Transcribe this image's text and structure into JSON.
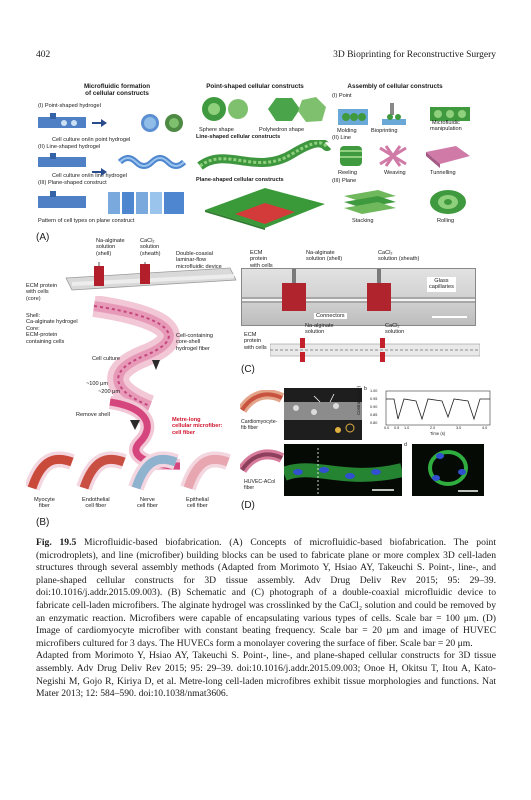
{
  "header": {
    "page_number": "402",
    "running_title": "3D Bioprinting for Reconstructive Surgery"
  },
  "panel_a": {
    "label": "(A)",
    "col1_title": "Microfluidic formation\nof cellular constructs",
    "col2_title": "Point-shaped cellular constructs",
    "col3_title": "Assembly of cellular constructs",
    "point_hydrogel": "(I) Point-shaped hydrogel",
    "cell_culture_point": "Cell culture on/in point hydrogel",
    "line_hydrogel": "(II) Line-shaped hydrogel",
    "cell_culture_line": "Cell culture on/in line hydrogel",
    "plane_construct": "(III) Plane-shaped construct",
    "pattern_label": "Pattern of cell types on plane construct",
    "sphere_shape": "Sphere shape",
    "polyhedron_shape": "Polyhedron shape",
    "line_constructs": "Line-shaped cellular constructs",
    "plane_constructs": "Plane-shaped cellular constructs",
    "assembly_point": "(I) Point",
    "molding": "Molding",
    "bioprinting": "Bioprinting",
    "microfluidic_manipulation": "Microfluidic\nmanipulation",
    "assembly_line": "(II) Line",
    "reeling": "Reeling",
    "weaving": "Weaving",
    "tunnelling": "Tunnelling",
    "assembly_plane": "(III) Plane",
    "stacking": "Stacking",
    "rolling": "Rolling"
  },
  "panel_b": {
    "label": "(B)",
    "na_alginate": "Na-alginate\nsolution\n(shell)",
    "cacl2": "CaCl₂\nsolution\n(sheath)",
    "device": "Double-coaxial\nlaminar-flow\nmicrofluidic device",
    "ecm_core": "ECM protein\nwith cells\n(core)",
    "shell_desc": "Shell:\nCa-alginate hydrogel\nCore:\nECM-protein\ncontaining cells",
    "cell_culture": "Cell culture",
    "fiber_desc": "Cell-containing\ncore-shell\nhydrogel fiber",
    "dim_100": "~100 μm",
    "dim_200": "~200 μm",
    "remove_shell": "Remove shell",
    "metre_long": "Metre-long\ncellular microfiber:\ncell fiber",
    "fiber_types": [
      "Myocyte\nfiber",
      "Endothelial\ncell fiber",
      "Nerve\ncell fiber",
      "Epithelial\ncell fiber"
    ],
    "fiber_colors": [
      "#c94a3a",
      "#c84f42",
      "#8fb3cf",
      "#e8a7b0"
    ]
  },
  "panel_c": {
    "label": "(C)",
    "ecm": "ECM\nprotein\nwith cells\n(core)",
    "na_alginate": "Na-alginate\nsolution (shell)",
    "cacl2": "CaCl₂\nsolution (sheath)",
    "glass": "Glass\ncapillaries",
    "connectors": "Connectors",
    "ecm2": "ECM\nprotein\nwith cells",
    "na_alginate2": "Na-alginate\nsolution",
    "cacl2_2": "CaCl₂\nsolution"
  },
  "panel_d": {
    "label": "(D)",
    "cardio_label": "Cardiomyocyte-\nfib fiber",
    "huvec_label": "HUVEC-ACol\nfiber",
    "sub_b": "b",
    "sub_d": "d",
    "yaxis": "Contraction (–)",
    "xaxis": "Time (s)",
    "yticks": [
      "1.00",
      "0.95",
      "0.90",
      "0.85",
      "0.80"
    ],
    "xticks": [
      "0.0",
      "0.5",
      "1.0",
      "2.0",
      "3.0",
      "4.0"
    ]
  },
  "caption": {
    "fig_label": "Fig. 19.5",
    "text": "Microfluidic-based biofabrication. (A) Concepts of microfluidic-based biofabrication. The point (microdroplets), and line (microfiber) building blocks can be used to fabricate plane or more complex 3D cell-laden structures through several assembly methods (Adapted from Morimoto Y, Hsiao AY, Takeuchi S. Point-, line-, and plane-shaped cellular constructs for 3D tissue assembly. Adv Drug Deliv Rev 2015; 95: 29–39. doi:10.1016/j.addr.2015.09.003). (B) Schematic and (C) photograph of a double-coaxial microfluidic device to fabricate cell-laden microfibers. The alginate hydrogel was crosslinked by the CaCl₂ solution and could be removed by an enzymatic reaction. Microfibers were capable of encapsulating various types of cells. Scale bar = 100 μm. (D) Image of cardiomyocyte microfiber with constant beating frequency. Scale bar = 20 μm and image of HUVEC microfibers cultured for 3 days. The HUVECs form a monolayer covering the surface of fiber. Scale bar = 20 μm.",
    "credit": "Adapted from Morimoto Y, Hsiao AY, Takeuchi S. Point-, line-, and plane-shaped cellular constructs for 3D tissue assembly. Adv Drug Deliv Rev 2015; 95: 29–39. doi:10.1016/j.addr.2015.09.003; Onoe H, Okitsu T, Itou A, Kato-Negishi M, Gojo R, Kiriya D, et al. Metre-long cell-laden microfibres exhibit tissue morphologies and functions. Nat Mater 2013; 12: 584–590. doi:10.1038/nmat3606."
  }
}
